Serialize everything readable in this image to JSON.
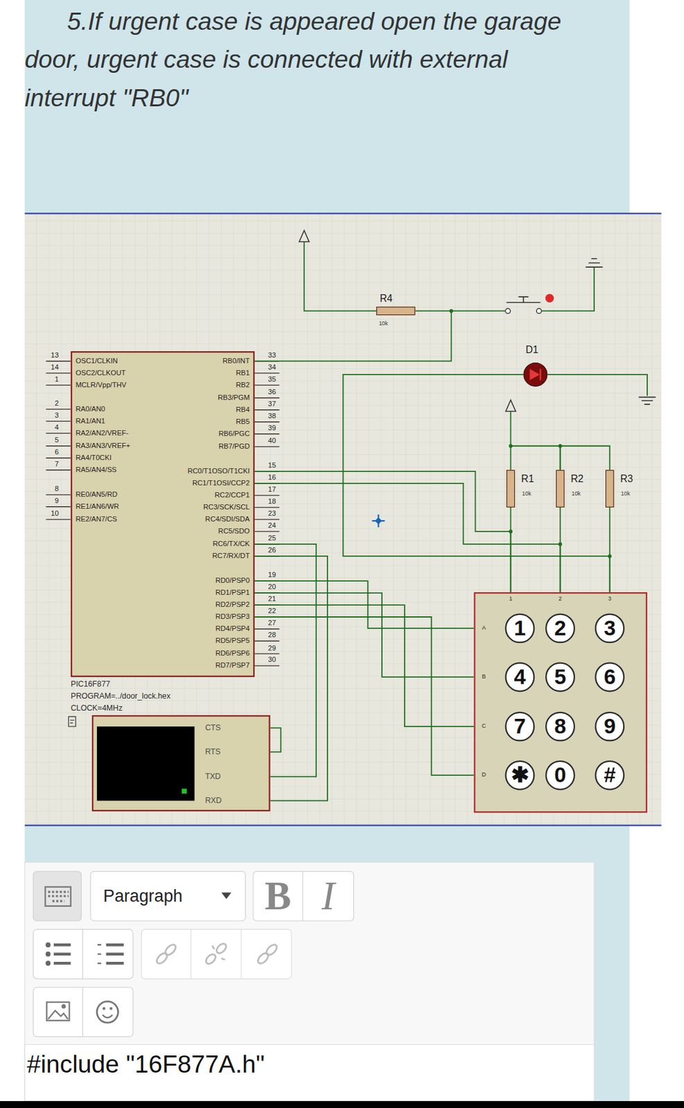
{
  "diagram": {
    "title": "5.If urgent case is appeared open the garage door, urgent case is connected with external interrupt \"RB0\"",
    "nodes": [
      {
        "text": [
          "OSC1/CLKIN",
          "OSC2/CLKOUT",
          "MCLR/Vpp/THV",
          "RA0/AN0",
          "RA1/AN1",
          "RA2/AN2/VREF-",
          "RA3/AN3/VREF+",
          "RA4/T0CKI",
          "RA5/AN4/SS",
          "RE0/AN5/RD",
          "RE1/AN6/WR",
          "RE2/AN7/CS",
          "RB0/INT",
          "RB1",
          "RB2",
          "RB3/PGM",
          "RB4",
          "RB5",
          "RB6/PGC",
          "RB7/PGD",
          "RC0/T1OSO/T1CKI",
          "RC1/T1OSI/CCP2",
          "RC2/CCP1",
          "RC3/SCK/SCL",
          "RC4/SDI/SDA",
          "RC5/SDO",
          "RC6/TX/CK",
          "RC7/RX/DT",
          "RD0/PSP0",
          "RD1/PSP1",
          "RD2/PSP2",
          "RD3/PSP3",
          "RD4/PSP4",
          "RD5/PSP5",
          "RD6/PSP6",
          "RD7/PSP7",
          "PIC16F877",
          "PROGRAM=../door_lock.hex",
          "CLOCK=4MHz"
        ]
      },
      {
        "text": [
          "R4",
          "10k"
        ]
      },
      {
        "text": [
          "D1"
        ]
      },
      {
        "text": [
          "R1",
          "10k"
        ]
      },
      {
        "text": [
          "R2",
          "10k"
        ]
      },
      {
        "text": [
          "R3",
          "10k"
        ]
      },
      {
        "text": [
          "CTS",
          "RTS",
          "TXD",
          "RXD"
        ]
      },
      {
        "text": [
          "1",
          "2",
          "3",
          "A",
          "B",
          "C",
          "D"
        ]
      },
      {
        "text": [
          "1"
        ],
        "in": 7
      },
      {
        "text": [
          "2"
        ],
        "in": 7
      },
      {
        "text": [
          "3"
        ],
        "in": 7
      },
      {
        "text": [
          "4"
        ],
        "in": 7
      },
      {
        "text": [
          "5"
        ],
        "in": 7
      },
      {
        "text": [
          "6"
        ],
        "in": 7
      },
      {
        "text": [
          "7"
        ],
        "in": 7
      },
      {
        "text": [
          "8"
        ],
        "in": 7
      },
      {
        "text": [
          "9"
        ],
        "in": 7
      },
      {
        "text": [
          "✱"
        ],
        "in": 7
      },
      {
        "text": [
          "0"
        ],
        "in": 7
      },
      {
        "text": [
          "#"
        ],
        "in": 7
      },
      {
        "text": [
          "Paragraph"
        ]
      },
      {
        "text": [
          "B"
        ]
      },
      {
        "text": [
          "I"
        ]
      },
      {
        "text": [
          "#include \"16F877A.h\""
        ]
      }
    ],
    "edges": [
      {
        "from": 0,
        "to": 1,
        "arrow": "none"
      },
      {
        "from": 2,
        "to": 7,
        "arrow": "none"
      },
      {
        "from": 3,
        "to": 4,
        "arrow": "none"
      },
      {
        "from": 4,
        "to": 5,
        "arrow": "none"
      },
      {
        "from": 3,
        "to": 7,
        "arrow": "none"
      },
      {
        "from": 4,
        "to": 7,
        "arrow": "none"
      },
      {
        "from": 5,
        "to": 7,
        "arrow": "none"
      },
      {
        "from": 0,
        "to": 7,
        "arrow": "none"
      },
      {
        "from": 0,
        "to": 7,
        "arrow": "none"
      },
      {
        "from": 0,
        "to": 6,
        "arrow": "none"
      },
      {
        "from": 0,
        "to": 6,
        "arrow": "none"
      },
      {
        "from": 0,
        "to": 7,
        "arrow": "none"
      },
      {
        "from": 0,
        "to": 7,
        "arrow": "none"
      },
      {
        "from": 0,
        "to": 7,
        "arrow": "none"
      },
      {
        "from": 0,
        "to": 7,
        "arrow": "none"
      }
    ],
    "labels": [
      "13",
      "14",
      "1",
      "2",
      "3",
      "4",
      "5",
      "6",
      "7",
      "8",
      "9",
      "10",
      "33",
      "34",
      "35",
      "36",
      "37",
      "38",
      "39",
      "40",
      "15",
      "16",
      "17",
      "18",
      "23",
      "24",
      "25",
      "26",
      "19",
      "20",
      "21",
      "22",
      "27",
      "28",
      "29",
      "30"
    ]
  }
}
